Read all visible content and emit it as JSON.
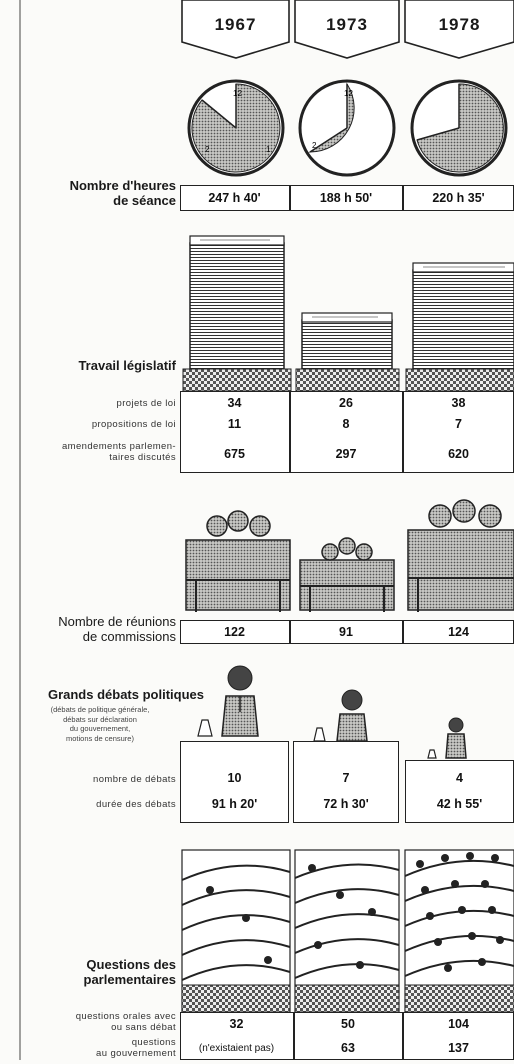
{
  "years": [
    "1967",
    "1973",
    "1978"
  ],
  "sections": {
    "seance": {
      "title_line1": "Nombre d'heures",
      "title_line2": "de séance",
      "values": [
        "247 h 40'",
        "188 h 50'",
        "220 h 35'"
      ]
    },
    "legislatif": {
      "title": "Travail législatif",
      "rows": [
        {
          "label": "projets de loi",
          "values": [
            "34",
            "26",
            "38"
          ]
        },
        {
          "label": "propositions de loi",
          "values": [
            "11",
            "8",
            "7"
          ]
        },
        {
          "label_line1": "amendements parlemen-",
          "label_line2": "taires discutés",
          "values": [
            "675",
            "297",
            "620"
          ]
        }
      ]
    },
    "commissions": {
      "title_line1": "Nombre de réunions",
      "title_line2": "de commissions",
      "values": [
        "122",
        "91",
        "124"
      ]
    },
    "debats": {
      "title": "Grands débats politiques",
      "note_line1": "(débats de politique générale,",
      "note_line2": "débats sur déclaration",
      "note_line3": "du gouvernement,",
      "note_line4": "motions de censure)",
      "rows": [
        {
          "label": "nombre de débats",
          "values": [
            "10",
            "7",
            "4"
          ]
        },
        {
          "label": "durée des débats",
          "values": [
            "91 h 20'",
            "72 h 30'",
            "42 h 55'"
          ]
        }
      ]
    },
    "questions": {
      "title_line1": "Questions des",
      "title_line2": "parlementaires",
      "rows": [
        {
          "label_line1": "questions orales avec",
          "label_line2": "ou sans débat",
          "values": [
            "32",
            "50",
            "104"
          ]
        },
        {
          "label_line1": "questions",
          "label_line2": "au gouvernement",
          "values": [
            "(n'existaient pas)",
            "63",
            "137"
          ]
        }
      ]
    }
  }
}
